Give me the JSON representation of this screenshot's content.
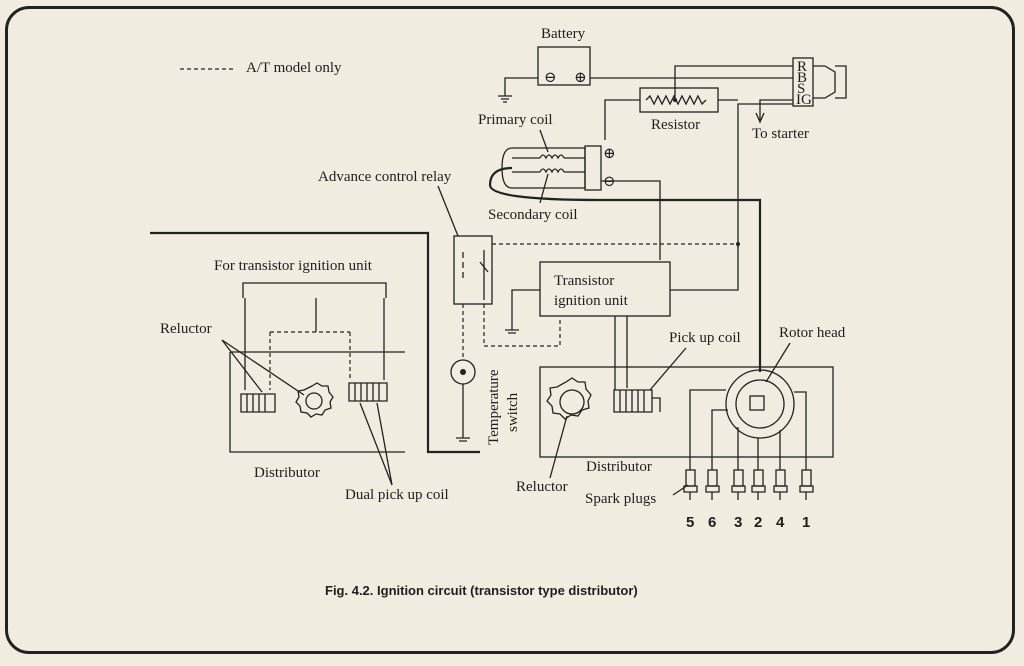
{
  "legend": {
    "line_style": "-----",
    "text": "A/T model only"
  },
  "labels": {
    "battery": "Battery",
    "battery_neg": "⊖",
    "battery_pos": "⊕",
    "resistor": "Resistor",
    "to_starter": "To starter",
    "primary_coil": "Primary coil",
    "secondary_coil": "Secondary coil",
    "coil_pos": "⊕",
    "coil_neg": "⊖",
    "advance_control_relay": "Advance control relay",
    "for_transistor_unit": "For transistor ignition unit",
    "reluctor_left": "Reluctor",
    "distributor_left": "Distributor",
    "dual_pickup_coil": "Dual pick up coil",
    "transistor_unit_line1": "Transistor",
    "transistor_unit_line2": "ignition unit",
    "pickup_coil": "Pick up coil",
    "rotor_head": "Rotor head",
    "temperature_switch_line1": "Temperature",
    "temperature_switch_line2": "switch",
    "reluctor_right": "Reluctor",
    "distributor_right": "Distributor",
    "spark_plugs": "Spark plugs"
  },
  "switch_terminals": [
    "R",
    "B",
    "S",
    "IG"
  ],
  "plug_numbers": [
    "5",
    "6",
    "3",
    "2",
    "4",
    "1"
  ],
  "caption": "Fig. 4.2. Ignition circuit (transistor type distributor)"
}
